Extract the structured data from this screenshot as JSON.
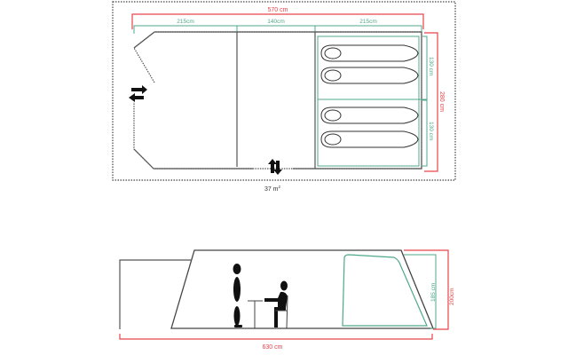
{
  "colors": {
    "red": "#e8434a",
    "green": "#4fa88a",
    "wall": "#555555",
    "dotted": "#444444",
    "text": "#333333"
  },
  "floor_plan": {
    "total_length_label": "570 cm",
    "segments": [
      {
        "label": "215cm"
      },
      {
        "label": "140cm"
      },
      {
        "label": "215cm"
      }
    ],
    "width_label": "280 cm",
    "cabin_labels": [
      "130 cm",
      "130 cm"
    ],
    "area_label": "37 m",
    "area_superscript": "2",
    "icons": [
      "side-door-arrows-icon",
      "front-door-arrows-icon",
      "sleeping-bag-icon"
    ]
  },
  "side_view": {
    "length_label": "630 cm",
    "outer_height_label": "200cm",
    "inner_height_label": "185 cm",
    "figures": [
      "standing-person-icon",
      "seated-person-icon",
      "table-icon",
      "chair-icon"
    ]
  }
}
